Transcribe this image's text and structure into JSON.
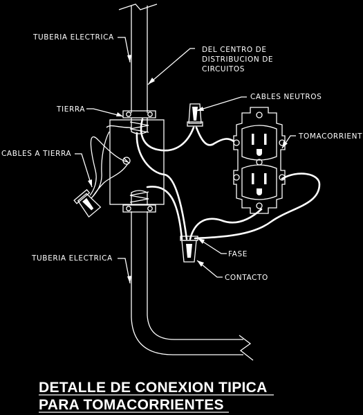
{
  "labels": {
    "conduit_top": "TUBERIA ELECTRICA",
    "panel_line1": "DEL CENTRO DE",
    "panel_line2": "DISTRIBUCION DE",
    "panel_line3": "CIRCUITOS",
    "neutral_cables": "CABLES NEUTROS",
    "ground": "TIERRA",
    "receptacle": "TOMACORRIENTE",
    "ground_cables": "CABLES A TIERRA",
    "phase": "FASE",
    "conduit_bottom": "TUBERIA ELECTRICA",
    "contact": "CONTACTO"
  },
  "title": {
    "line1": "DETALLE DE CONEXION TIPICA",
    "line2": "PARA TOMACORRIENTES"
  },
  "colors": {
    "background": "#000000",
    "linework": "#ffffff"
  }
}
